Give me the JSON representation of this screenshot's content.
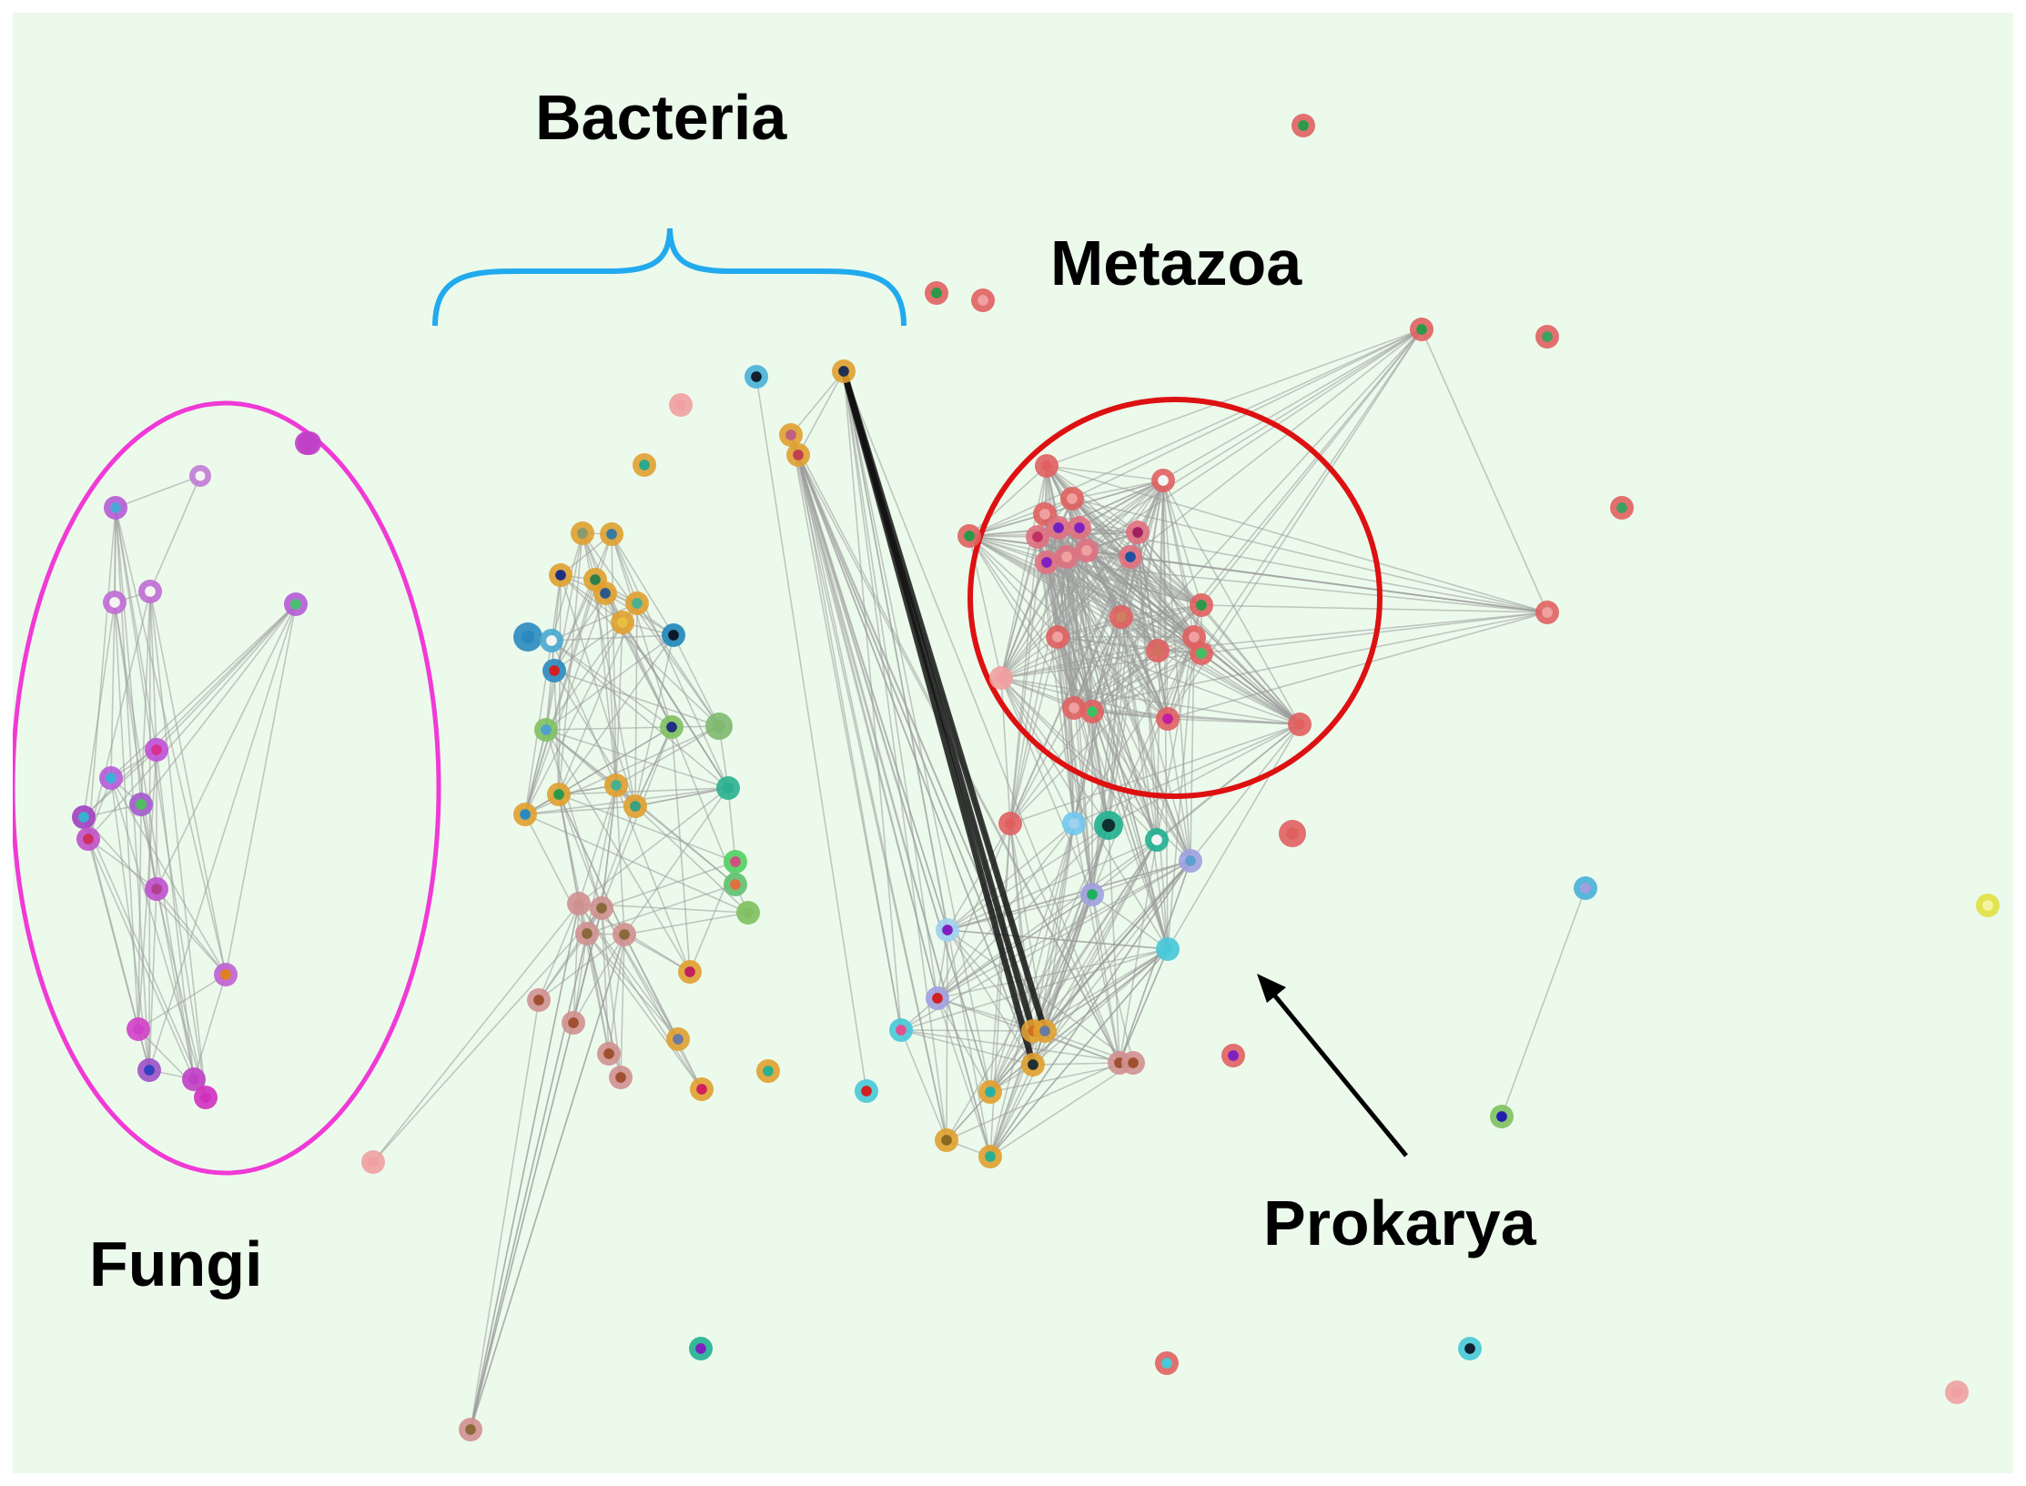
{
  "labels": {
    "bacteria": "Bacteria",
    "metazoa": "Metazoa",
    "fungi": "Fungi",
    "prokarya": "Prokarya"
  },
  "colors": {
    "background": "#ecfaec",
    "fungi_outline": "#f03ad6",
    "metazoa_outline": "#dd1111",
    "bacteria_brace": "#22aaee",
    "edge": "#9a9a9a",
    "edge_dark": "#111111"
  }
}
